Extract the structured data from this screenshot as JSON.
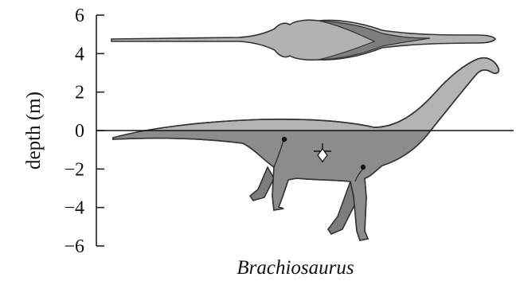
{
  "figure": {
    "axis": {
      "title": "depth (m)",
      "ticks": [
        {
          "value": 6,
          "label": "6"
        },
        {
          "value": 4,
          "label": "4"
        },
        {
          "value": 2,
          "label": "2"
        },
        {
          "value": 0,
          "label": "0"
        },
        {
          "value": -2,
          "label": "−2"
        },
        {
          "value": -4,
          "label": "−4"
        },
        {
          "value": -6,
          "label": "−6"
        }
      ],
      "range": [
        -6,
        6
      ]
    },
    "caption": "Brachiosaurus",
    "waterline_depth": 0,
    "colors": {
      "submerged_body": "#8c8c8c",
      "emergent_body": "#b4b4b4",
      "far_side_limbs": "#777777",
      "outline": "#333333",
      "markers": "#111111"
    }
  }
}
